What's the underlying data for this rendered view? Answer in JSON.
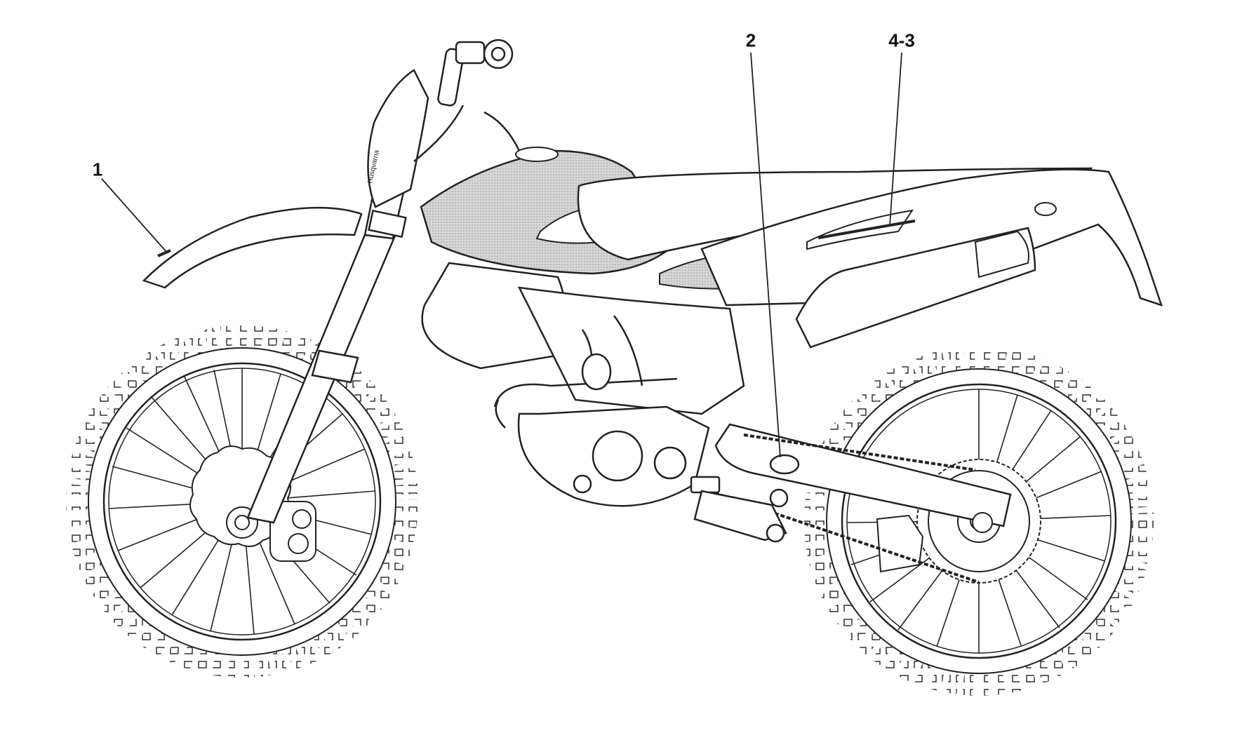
{
  "callouts": {
    "front_fender_label": "1",
    "swingarm_label": "2",
    "side_panel_label": "4-3"
  },
  "brand_decal_text": "Husqvarna",
  "colors": {
    "line": "#222222",
    "tank_shade": "#c9c9c9",
    "background": "#ffffff"
  }
}
